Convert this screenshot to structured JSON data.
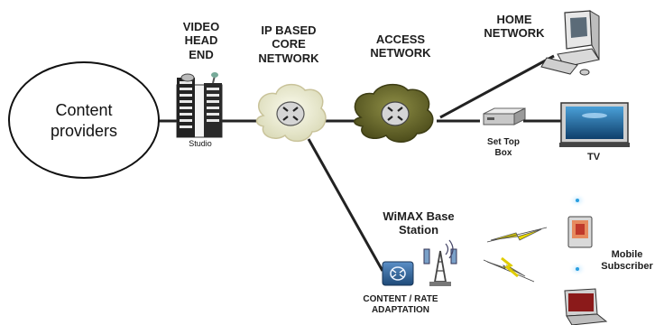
{
  "nodes": {
    "content_providers": "Content\nproviders",
    "video_head_end": "VIDEO\nHEAD\nEND",
    "studio": "Studio",
    "ip_core": "IP BASED\nCORE\nNETWORK",
    "access_network": "ACCESS\nNETWORK",
    "home_network": "HOME\nNETWORK",
    "set_top_box": "Set Top\nBox",
    "tv": "TV",
    "wimax": "WiMAX Base\nStation",
    "content_rate": "CONTENT / RATE\nADAPTATION",
    "mobile_subscriber": "Mobile\nSubscriber"
  },
  "colors": {
    "line": "#222222",
    "cloud_core": "#ececd4",
    "cloud_access": "#6b6b2e",
    "tv_blue": "#1f6fa8",
    "lightning": "#e5d400",
    "rate_box": "#2c5f93"
  },
  "icons": [
    "building-icon",
    "cloud-icon",
    "router-icon",
    "computer-icon",
    "set-top-box-icon",
    "tv-icon",
    "tower-icon",
    "lightning-icon",
    "phone-icon",
    "laptop-icon"
  ]
}
